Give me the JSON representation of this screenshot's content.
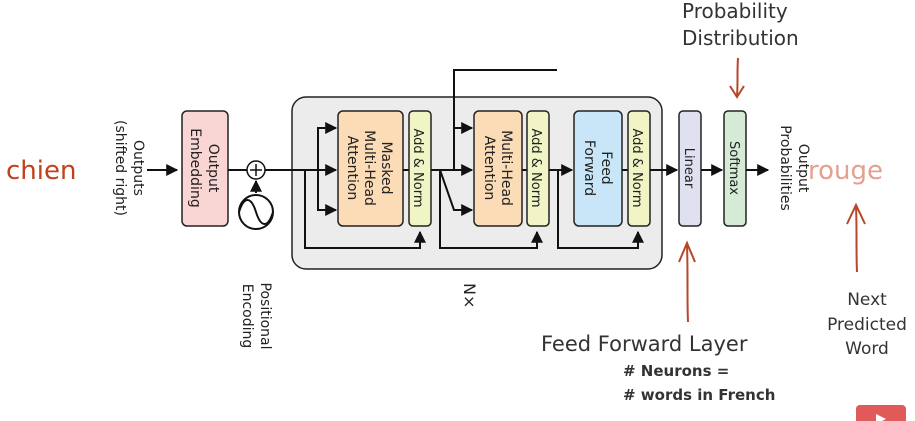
{
  "input_word": "chien",
  "output_word": "rouge",
  "outputs_label": [
    "Outputs",
    "(shifted right)"
  ],
  "output_embedding_label": [
    "Output",
    "Embedding"
  ],
  "positional_encoding_label": [
    "Positional",
    "Encoding"
  ],
  "masked_attention_label": [
    "Masked",
    "Multi-Head",
    "Attention"
  ],
  "add_norm_label": "Add & Norm",
  "attention_label": [
    "Multi-Head",
    "Attention"
  ],
  "feed_forward_label": [
    "Feed",
    "Forward"
  ],
  "linear_label": "Linear",
  "softmax_label": "Softmax",
  "output_probabilities_label": [
    "Output",
    "Probabilities"
  ],
  "nx_label": "N×",
  "probability_distribution_label": [
    "Probability",
    "Distribution"
  ],
  "next_predicted_word_label": [
    "Next",
    "Predicted",
    "Word"
  ],
  "feed_forward_layer_title": "Feed Forward Layer",
  "neurons_note": [
    "# Neurons =",
    "# words in French"
  ],
  "colors": {
    "input_word": "#c0421b",
    "output_word": "#e5a08e",
    "embedding_fill": "#f9d5d3",
    "attention_fill": "#fbdcb6",
    "addnorm_fill": "#f1f5c5",
    "feedforward_fill": "#c8e6f7",
    "linear_fill": "#dfe1f1",
    "softmax_fill": "#d5ebd5",
    "stack_fill": "#ececec",
    "arrow_annotation": "#b8462a"
  }
}
